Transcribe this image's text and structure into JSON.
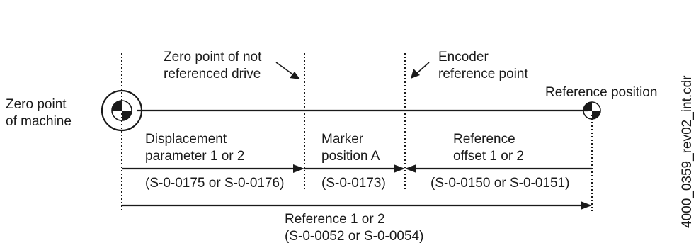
{
  "labels": {
    "zero_point_machine": [
      "Zero point",
      "of machine"
    ],
    "zero_point_not_referenced": [
      "Zero point of not",
      "referenced drive"
    ],
    "encoder_reference": [
      "Encoder",
      "reference point"
    ],
    "reference_position": "Reference position",
    "displacement": [
      "Displacement",
      "parameter 1 or 2"
    ],
    "displacement_param": "(S-0-0175 or S-0-0176)",
    "marker": [
      "Marker",
      "position A"
    ],
    "marker_param": "(S-0-0173)",
    "reference_offset": [
      "Reference",
      "offset 1 or 2"
    ],
    "reference_offset_param": "(S-0-0150 or S-0-0151)",
    "reference": [
      "Reference 1 or 2",
      "(S-0-0052 or S-0-0054)"
    ],
    "file_name": "4000_0359_rev02_int.cdr"
  }
}
